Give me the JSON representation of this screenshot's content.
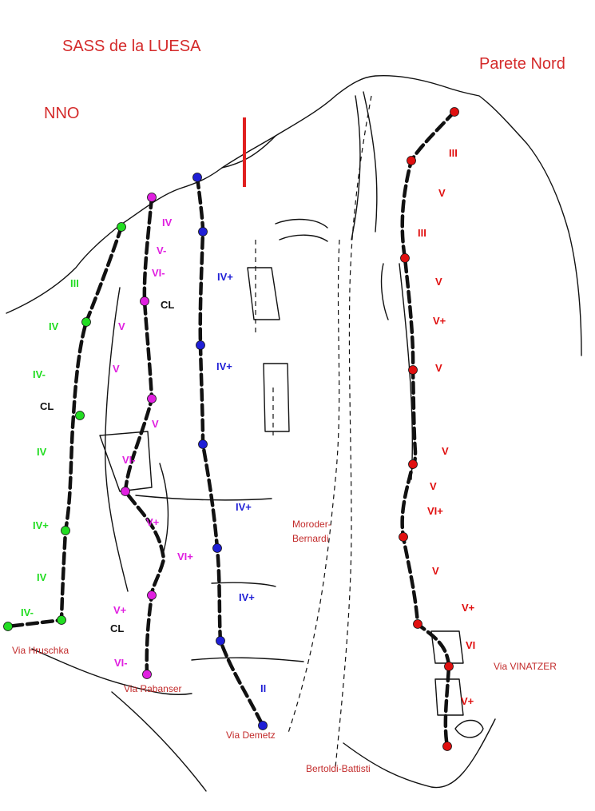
{
  "titles": {
    "peak": "SASS de la LUESA",
    "face": "Parete Nord",
    "aspect": "NNO"
  },
  "colors": {
    "title": "#d42a2a",
    "route_name": "#c22a2a",
    "green": "#22dd22",
    "magenta": "#e020e0",
    "blue": "#1f1fd6",
    "red": "#e01010",
    "black": "#111111",
    "summit_mark": "#e02020"
  },
  "routes": [
    {
      "id": "hruschka",
      "name": "Via Hruschka",
      "color": "green",
      "grades": [
        "III",
        "IV",
        "IV-",
        "CL",
        "IV",
        "IV+",
        "IV",
        "IV-"
      ]
    },
    {
      "id": "rabanser",
      "name": "Via Rabanser",
      "color": "magenta",
      "grades": [
        "IV",
        "V-",
        "VI-",
        "CL",
        "V",
        "V",
        "V",
        "VI-",
        "V+",
        "VI+",
        "V+",
        "CL",
        "VI-"
      ]
    },
    {
      "id": "demetz",
      "name": "Via Demetz",
      "color": "blue",
      "grades": [
        "IV+",
        "IV+",
        "IV+",
        "IV+",
        "II"
      ]
    },
    {
      "id": "vinatzer",
      "name": "Via  VINATZER",
      "color": "red",
      "grades": [
        "III",
        "V",
        "III",
        "V",
        "V+",
        "V",
        "V",
        "V",
        "VI+",
        "V",
        "V+",
        "VI",
        "V+"
      ]
    }
  ],
  "other_routes": [
    {
      "id": "moroder",
      "name_lines": [
        "Moroder-",
        "Bernardi"
      ]
    },
    {
      "id": "bertoldi",
      "name": "Bertoldi-Battisti"
    }
  ]
}
